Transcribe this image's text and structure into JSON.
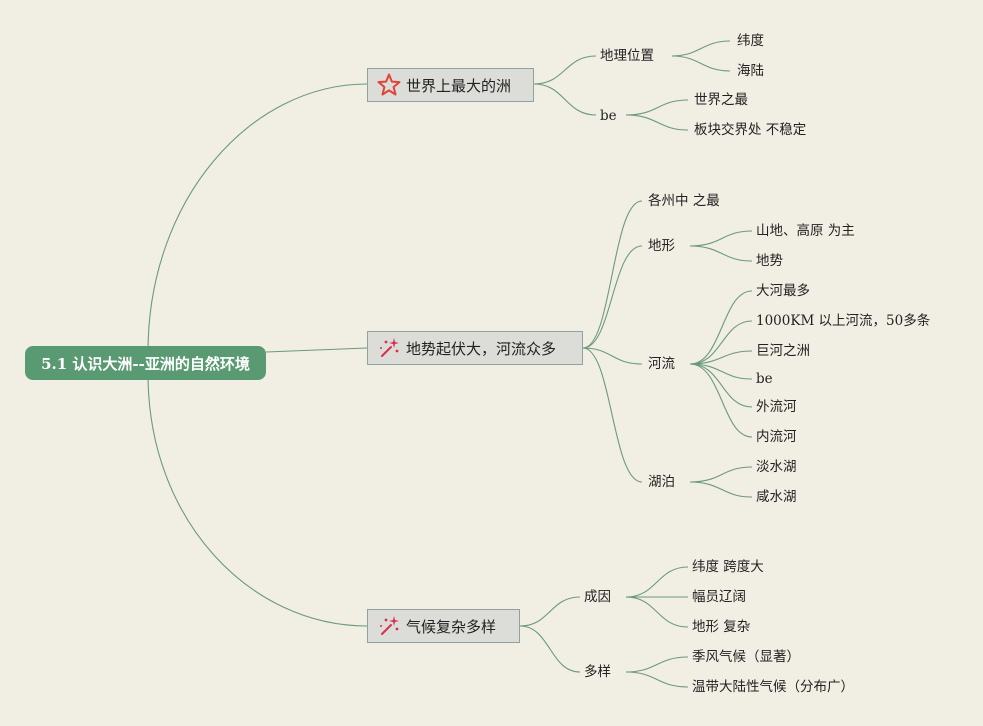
{
  "root": "5.1 认识大洲--亚洲的自然环境",
  "topics": {
    "t1": {
      "label": "世界上最大的洲",
      "icon": "red-star-icon",
      "sub": {
        "a": {
          "label": "地理位置",
          "items": [
            "纬度",
            "海陆"
          ]
        },
        "b": {
          "label": "be",
          "items": [
            "世界之最",
            "板块交界处 不稳定"
          ]
        }
      }
    },
    "t2": {
      "label": "地势起伏大，河流众多",
      "icon": "sparkle-wand-icon",
      "sub": {
        "a": {
          "label": "各州中 之最"
        },
        "b": {
          "label": "地形",
          "items": [
            "山地、高原 为主",
            "地势"
          ]
        },
        "c": {
          "label": "河流",
          "items": [
            "大河最多",
            "1000KM 以上河流，50多条",
            "巨河之洲",
            "be",
            "外流河",
            "内流河"
          ]
        },
        "d": {
          "label": "湖泊",
          "items": [
            "淡水湖",
            "咸水湖"
          ]
        }
      }
    },
    "t3": {
      "label": "气候复杂多样",
      "icon": "sparkle-wand-icon",
      "sub": {
        "a": {
          "label": "成因",
          "items": [
            "纬度 跨度大",
            "幅员辽阔",
            "地形 复杂"
          ]
        },
        "b": {
          "label": "多样",
          "items": [
            "季风气候（显著）",
            "温带大陆性气候（分布广）"
          ]
        }
      }
    }
  },
  "colors": {
    "background": "#f1eee3",
    "root": "#5a9a72",
    "topic_box": "#dcdcd8",
    "branch_line": "#6b9a7c",
    "star": "#e0433a",
    "sparkle": "#d8304a"
  }
}
